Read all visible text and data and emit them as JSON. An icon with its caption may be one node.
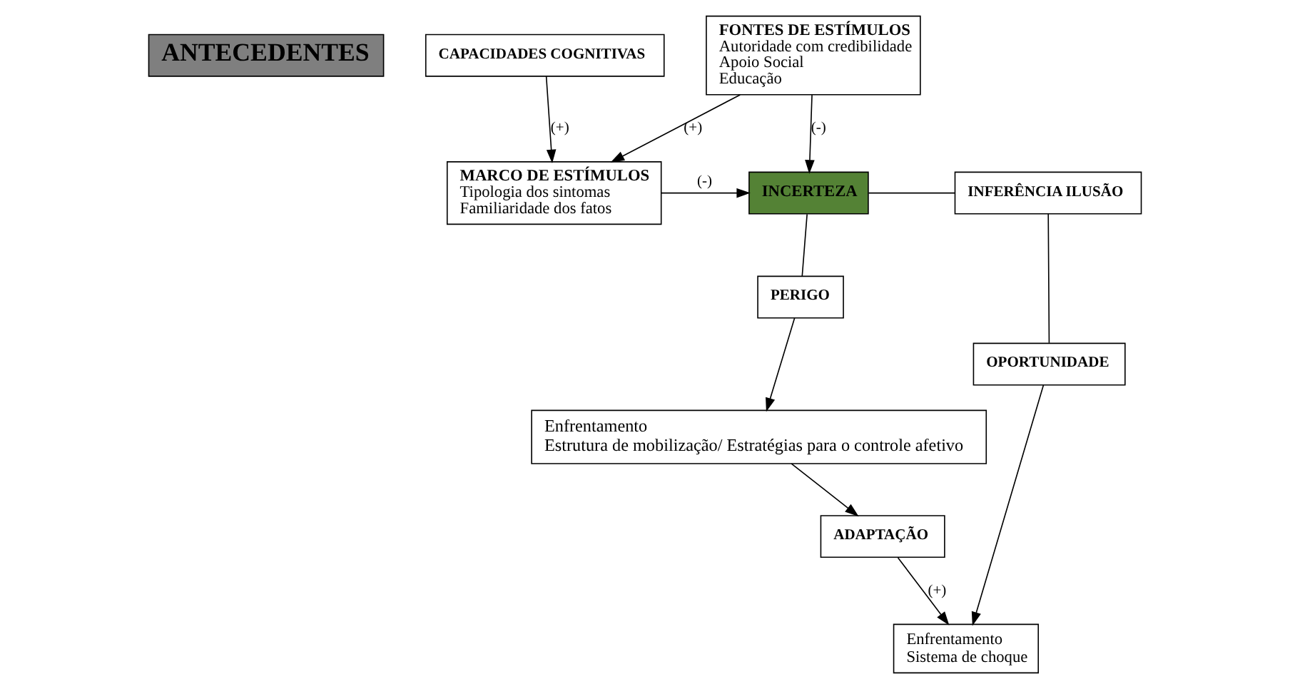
{
  "diagram": {
    "nodes": [
      {
        "text": [
          "ANTECEDENTES"
        ]
      },
      {
        "text": [
          "MARCO DE ESTÍMULOS",
          "Tipologia dos sintomas",
          "Familiaridade dos fatos"
        ]
      },
      {
        "text": [
          "INCERTEZA"
        ]
      },
      {
        "text": [
          "PERIGO"
        ]
      },
      {
        "text": [
          "INFERÊNCIA ILUSÃO"
        ]
      },
      {
        "text": [
          "Enfrentamento",
          "Estrutura de mobilização/ Estratégias para o controle afetivo"
        ]
      },
      {
        "text": [
          "OPORTUNIDADE"
        ]
      },
      {
        "text": [
          "ADAPTAÇÃO"
        ]
      },
      {
        "text": [
          "CAPACIDADES COGNITIVAS"
        ]
      },
      {
        "text": [
          "FONTES DE ESTÍMULOS",
          "Autoridade com credibilidade",
          "Apoio Social",
          "Educação"
        ]
      },
      {
        "text": [
          "Enfrentamento",
          "Sistema de choque"
        ]
      }
    ],
    "edges": [
      {
        "from": 1,
        "to": 2,
        "arrow": "to",
        "label": "(-)"
      },
      {
        "from": 2,
        "to": 3,
        "arrow": "none"
      },
      {
        "from": 3,
        "to": 5,
        "arrow": "to"
      },
      {
        "from": 2,
        "to": 4,
        "arrow": "none"
      },
      {
        "from": 4,
        "to": 6,
        "arrow": "none"
      },
      {
        "from": 6,
        "to": 10,
        "arrow": "to"
      },
      {
        "from": 5,
        "to": 7,
        "arrow": "to"
      },
      {
        "from": 7,
        "to": 10,
        "arrow": "to",
        "label": "(+)"
      },
      {
        "from": 8,
        "to": 1,
        "arrow": "to",
        "label": "(+)"
      },
      {
        "from": 9,
        "to": 1,
        "arrow": "to",
        "label": "(+)"
      },
      {
        "from": 9,
        "to": 2,
        "arrow": "to",
        "label": "(-)"
      }
    ]
  }
}
